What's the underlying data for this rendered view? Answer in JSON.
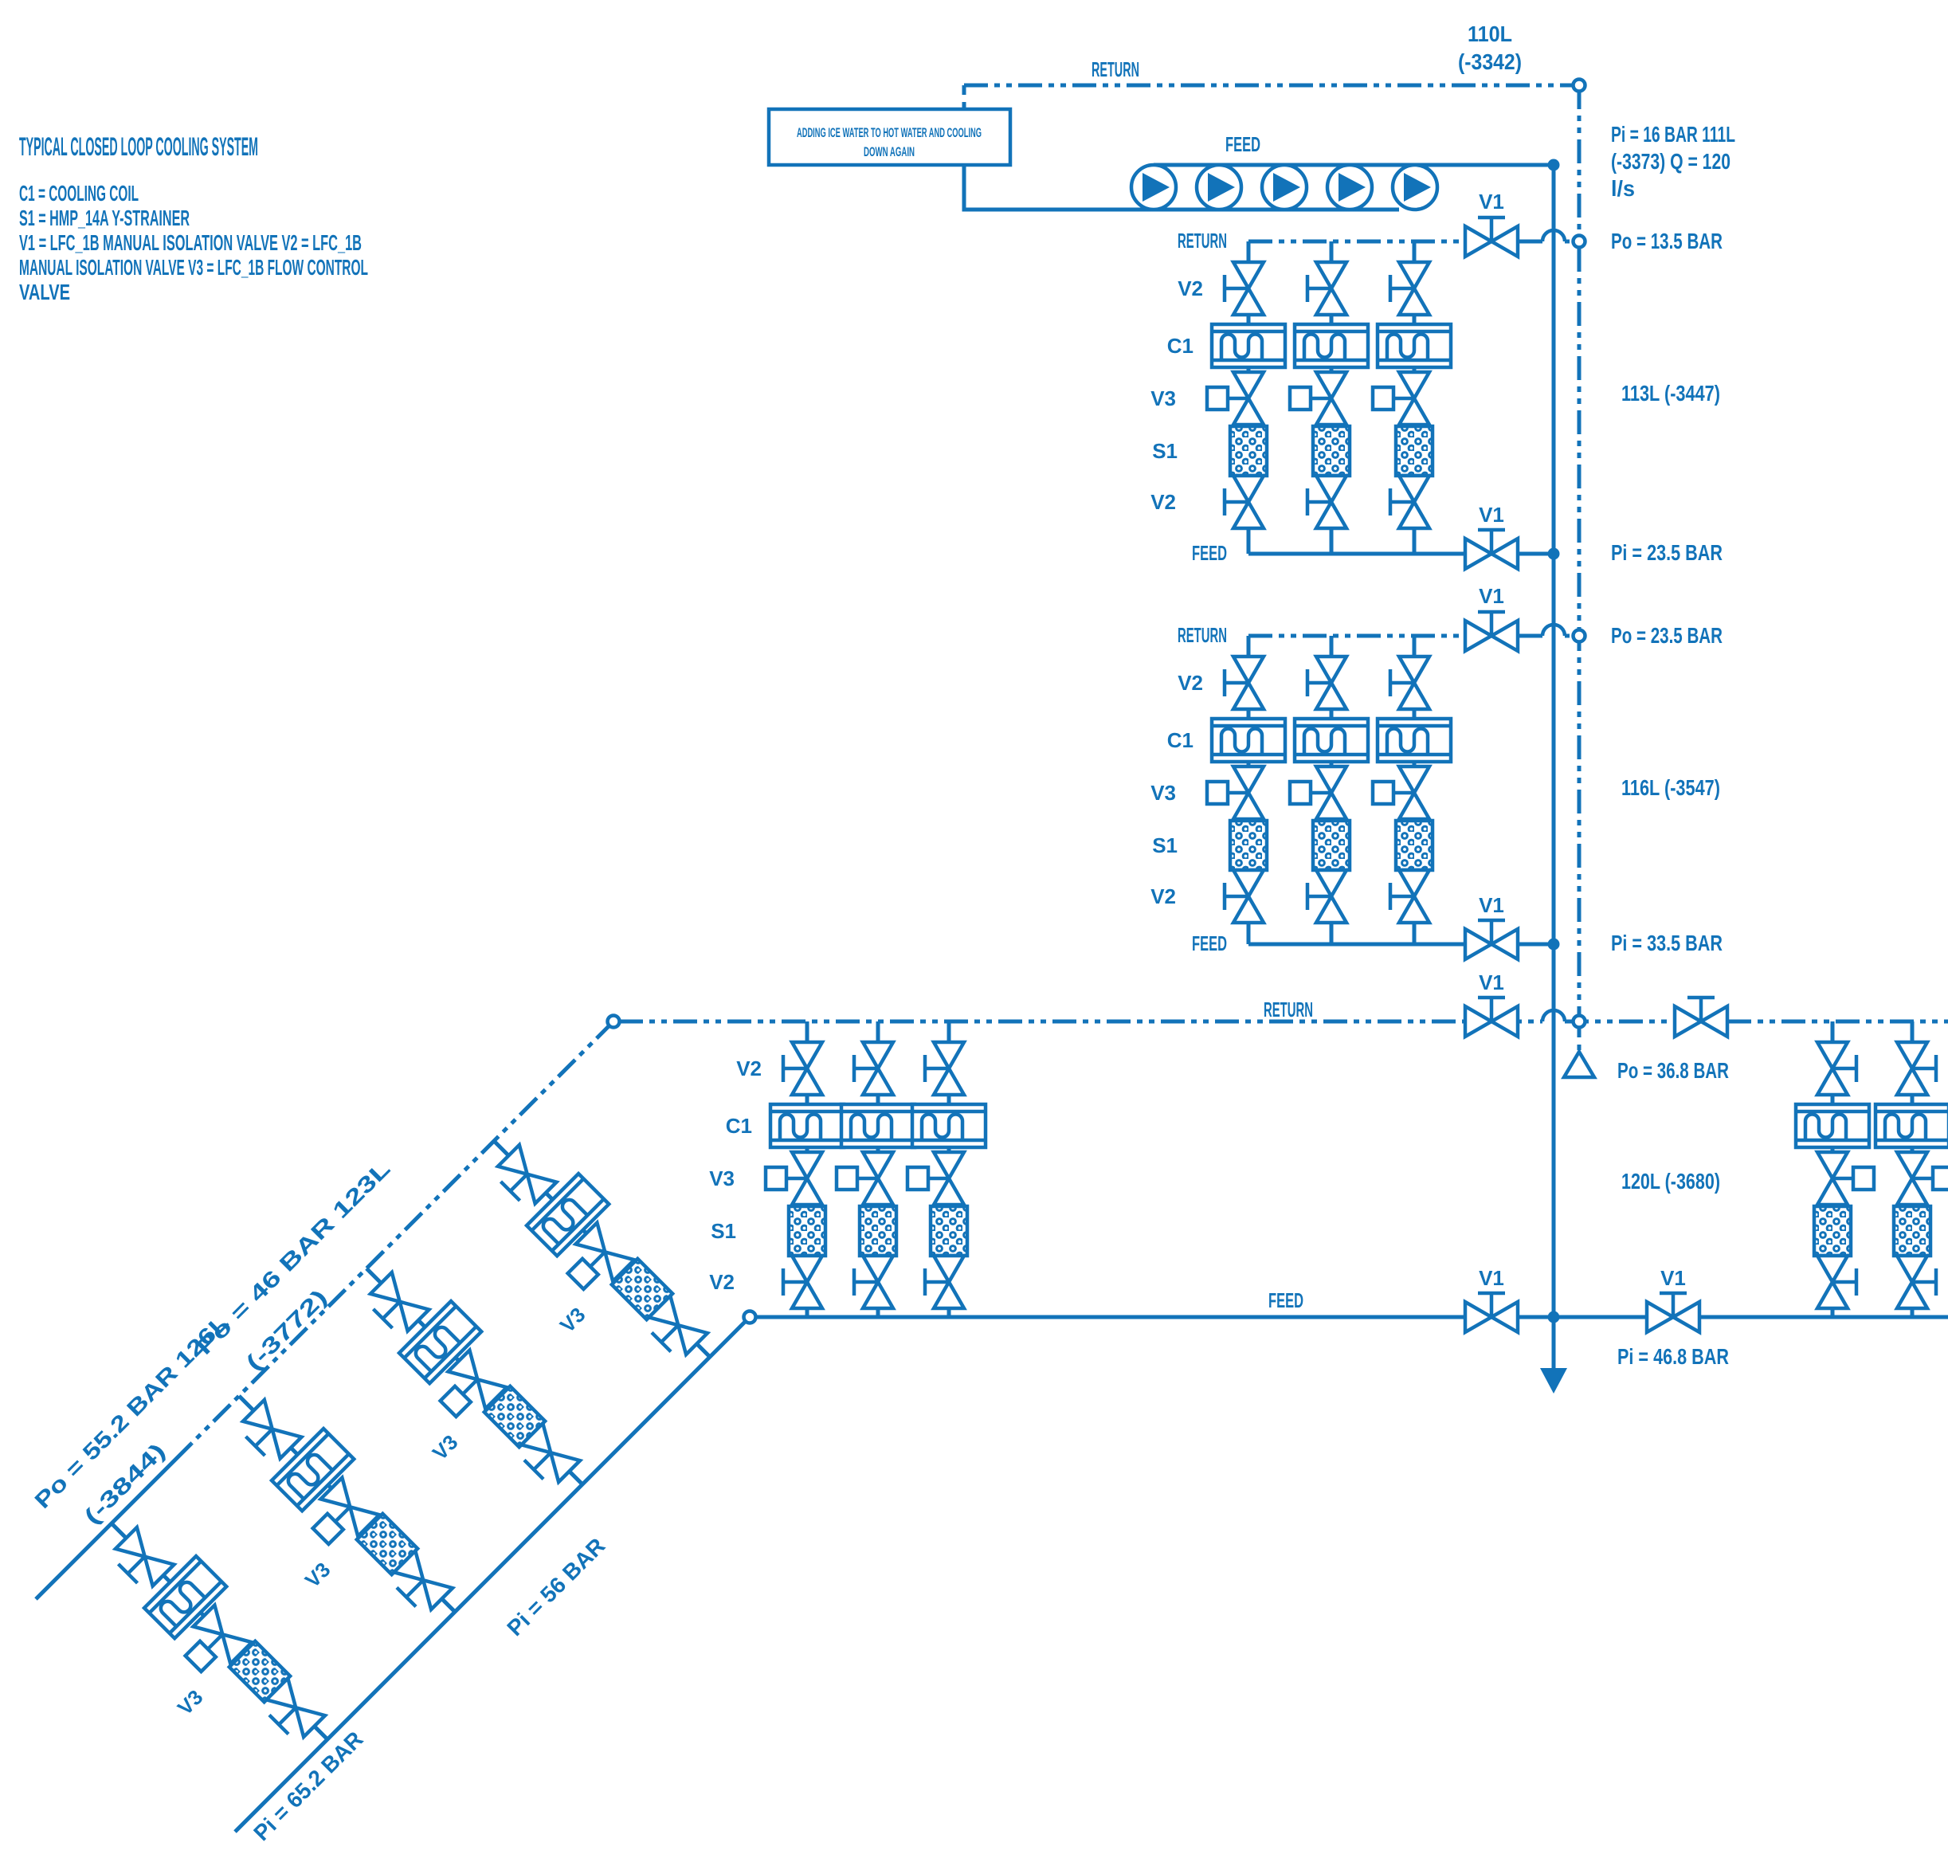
{
  "colors": {
    "ink": "#1273b9",
    "background": "#ffffff"
  },
  "legend": {
    "title": "TYPICAL CLOSED LOOP COOLING SYSTEM",
    "lines": [
      "C1 = COOLING COIL",
      "S1 = HMP_14A Y-STRAINER",
      "V1 = LFC_1B MANUAL ISOLATION VALVE V2 = LFC_1B",
      "MANUAL ISOLATION VALVE V3 = LFC_1B FLOW CONTROL",
      "VALVE"
    ]
  },
  "note_box": {
    "lines": [
      "ADDING ICE WATER TO HOT WATER AND COOLING",
      "DOWN AGAIN"
    ]
  },
  "labels": {
    "return": "RETURN",
    "feed": "FEED",
    "v1": "V1",
    "v2": "V2",
    "v3": "V3",
    "c1": "C1",
    "s1": "S1"
  },
  "top": {
    "return_level": [
      "110L",
      "(-3342)"
    ],
    "feed_info": [
      "Pi = 16 BAR 111L",
      "(-3373) Q = 120",
      "l/s"
    ]
  },
  "banks": [
    {
      "po": "Po = 13.5 BAR",
      "level": "113L (-3447)",
      "pi": "Pi = 23.5 BAR"
    },
    {
      "po": "Po = 23.5 BAR",
      "level": "116L (-3547)",
      "pi": "Pi = 33.5 BAR"
    },
    {
      "po": "Po = 36.8 BAR",
      "level": "120L (-3680)",
      "pi": "Pi = 46.8 BAR"
    }
  ],
  "diagonal": {
    "po_123": [
      "Po = 46 BAR 123L",
      "(-3772)"
    ],
    "po_126": [
      "Po = 55.2 BAR 126L",
      "(-3844)"
    ],
    "pi_123": "Pi = 56 BAR",
    "pi_126": "Pi = 65.2 BAR"
  }
}
